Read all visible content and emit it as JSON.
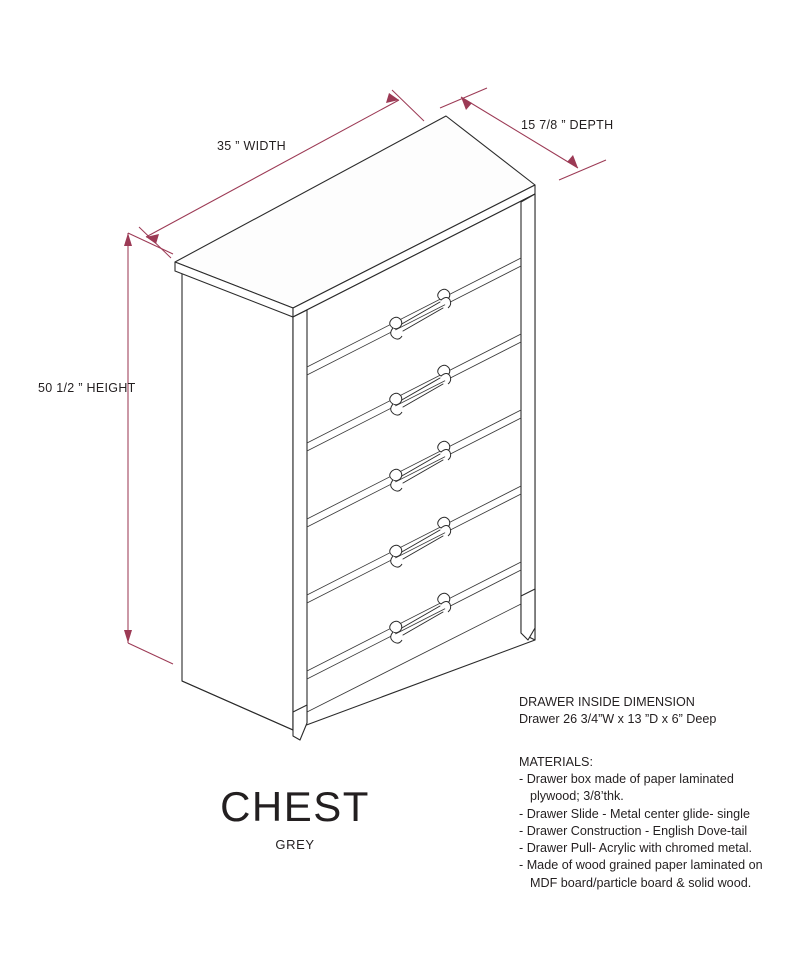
{
  "product": {
    "title": "CHEST",
    "finish": "GREY"
  },
  "dimensions": {
    "width": "35 ” WIDTH",
    "depth": "15  7/8 ” DEPTH",
    "height": "50  1/2 ” HEIGHT"
  },
  "inside_dimension": {
    "heading": "DRAWER INSIDE DIMENSION",
    "detail": "Drawer 26  3/4”W x 13 ”D x 6” Deep"
  },
  "materials": {
    "heading": "MATERIALS:",
    "items": [
      "- Drawer box made of paper laminated",
      "plywood; 3/8’thk.",
      "- Drawer Slide - Metal center glide- single",
      "- Drawer Construction - English Dove-tail",
      "- Drawer Pull- Acrylic with chromed metal.",
      "- Made of wood grained paper laminated on",
      "MDF board/particle board & solid wood."
    ]
  },
  "drawing": {
    "drawer_count": 5,
    "view": "isometric",
    "colors": {
      "outline": "#2b2b2b",
      "dimension": "#9c3a55",
      "text": "#231f20",
      "background": "#ffffff"
    }
  }
}
